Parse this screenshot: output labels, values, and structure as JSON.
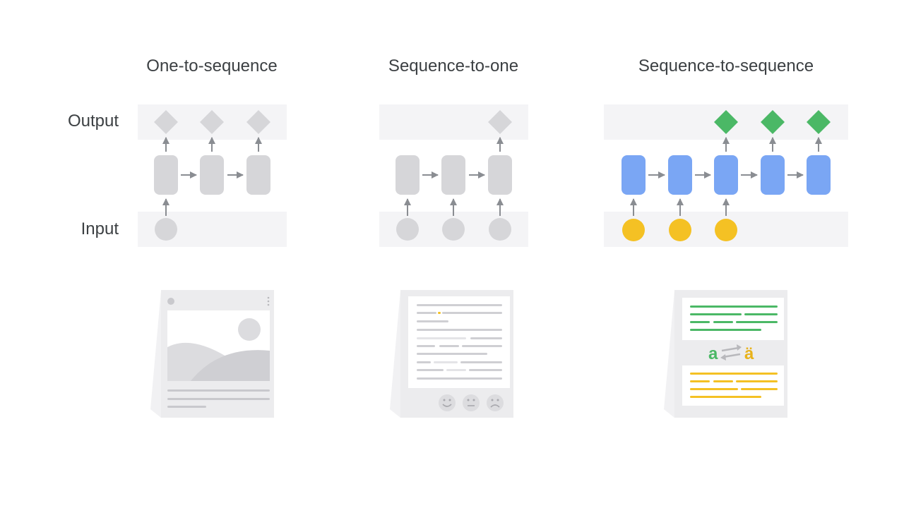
{
  "row_labels": {
    "output": "Output",
    "input": "Input"
  },
  "panels": [
    {
      "title": "One-to-sequence"
    },
    {
      "title": "Sequence-to-one"
    },
    {
      "title": "Sequence-to-sequence"
    }
  ],
  "translate_card": {
    "source_char": "a",
    "target_char": "ä"
  },
  "colors": {
    "inactive": "#d6d6d9",
    "arrow": "#8a8d92",
    "band": "#f4f4f6",
    "cell_active": "#7aa6f4",
    "output_active": "#4bb866",
    "input_active": "#f4c124",
    "text_green": "#4bb866",
    "text_yellow": "#e8b21a"
  }
}
